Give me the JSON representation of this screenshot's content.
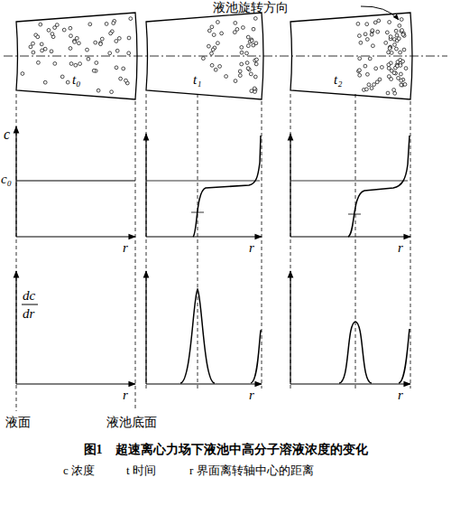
{
  "diagram": {
    "caption": "图1　超速离心力场下液池中高分子溶液浓度的变化",
    "labels": [
      "液池旋转方向",
      "t₀",
      "t₁",
      "t₂",
      "c",
      "c₀",
      "r",
      "r",
      "r",
      "dc",
      "dr",
      "r",
      "r",
      "r",
      "液面",
      "液池底面",
      "c 浓度",
      "t 时间",
      "r 界面离转轴中心的距离"
    ]
  }
}
